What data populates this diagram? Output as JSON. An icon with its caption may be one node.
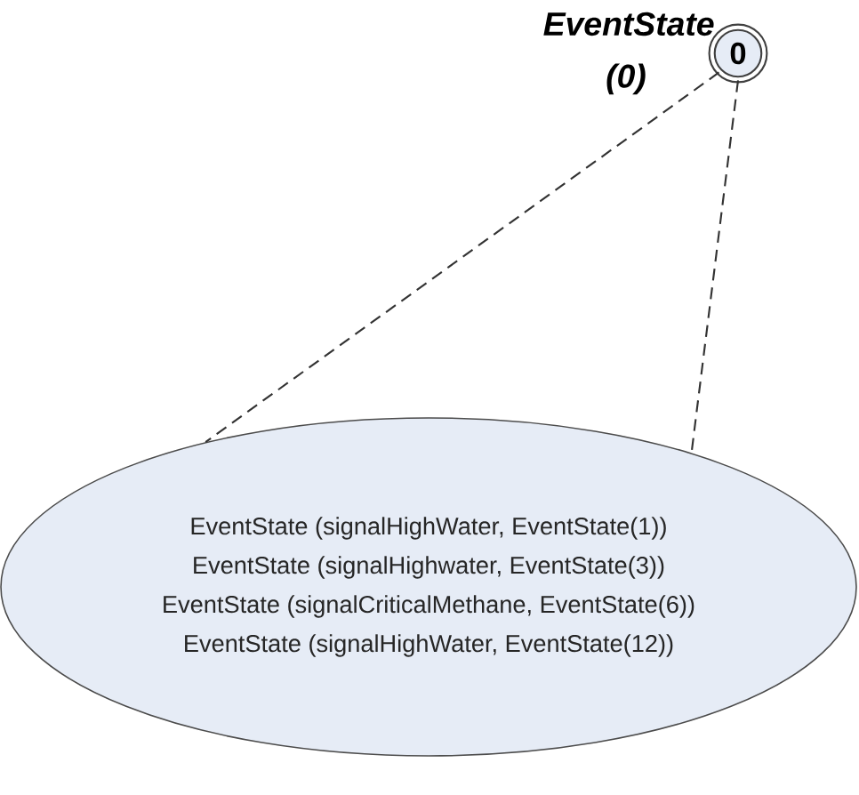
{
  "diagram": {
    "nodes": [
      {
        "text": [
          "0"
        ],
        "beside": [
          "EventState (0)"
        ]
      },
      {
        "text": [
          "EventState (signalHighWater, EventState(1))",
          "EventState (signalHighwater, EventState(3))",
          "EventState (signalCriticalMethane, EventState(6))",
          "EventState (signalHighWater, EventState(12))"
        ]
      }
    ],
    "edges": [
      {
        "from": 0,
        "to": 1,
        "arrow": "none",
        "style": "dashed"
      },
      {
        "from": 0,
        "to": 1,
        "arrow": "none",
        "style": "dashed"
      }
    ]
  }
}
